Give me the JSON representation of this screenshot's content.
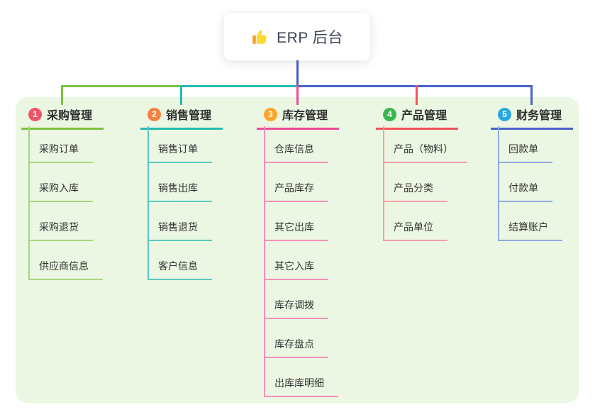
{
  "root": {
    "title": "ERP 后台",
    "icon": "thumbs-up-icon"
  },
  "colors": {
    "root_connector": "#4a5bc8",
    "panel_background": "#ebf7e2",
    "title_text": "#3c4454",
    "node_text": "#333333"
  },
  "branches": [
    {
      "badge": "1",
      "badge_color": "#ef5368",
      "color": "#7cc140",
      "light_color": "#a9d57f",
      "label": "采购管理",
      "children": [
        "采购订单",
        "采购入库",
        "采购退货",
        "供应商信息"
      ]
    },
    {
      "badge": "2",
      "badge_color": "#f5813f",
      "color": "#22bcb2",
      "light_color": "#5ac8bf",
      "label": "销售管理",
      "children": [
        "销售订单",
        "销售出库",
        "销售退货",
        "客户信息"
      ]
    },
    {
      "badge": "3",
      "badge_color": "#f9a42c",
      "color": "#ee4a97",
      "light_color": "#f590bd",
      "label": "库存管理",
      "children": [
        "仓库信息",
        "产品库存",
        "其它出库",
        "其它入库",
        "库存调拨",
        "库存盘点",
        "出库库明细"
      ]
    },
    {
      "badge": "4",
      "badge_color": "#3bb84d",
      "color": "#f6525c",
      "light_color": "#f89da3",
      "label": "产品管理",
      "children": [
        "产品（物料）",
        "产品分类",
        "产品单位"
      ]
    },
    {
      "badge": "5",
      "badge_color": "#2ba7e2",
      "color": "#4a61cd",
      "light_color": "#92a9e2",
      "label": "财务管理",
      "children": [
        "回款单",
        "付款单",
        "结算账户"
      ]
    }
  ]
}
